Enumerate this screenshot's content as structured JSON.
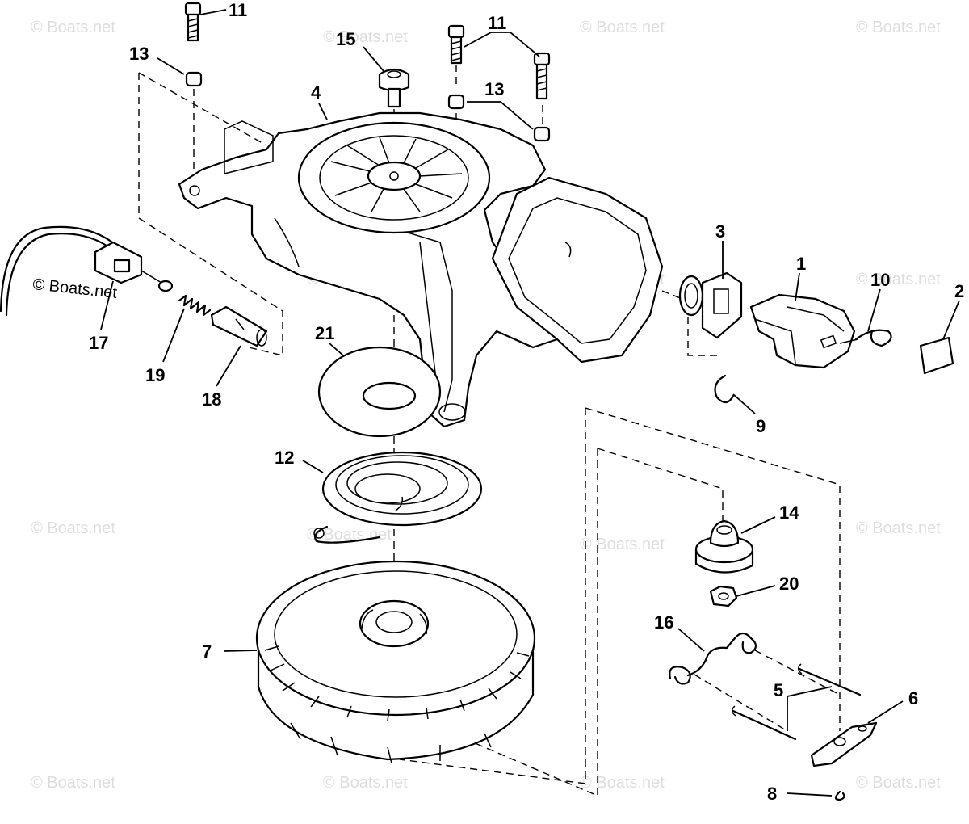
{
  "watermark": {
    "text": "© Boats.net",
    "visible_text": "© Boats.net"
  },
  "callouts": [
    {
      "id": "c11a",
      "text": "11"
    },
    {
      "id": "c13a",
      "text": "13"
    },
    {
      "id": "c15",
      "text": "15"
    },
    {
      "id": "c11b",
      "text": "11"
    },
    {
      "id": "c13b",
      "text": "13"
    },
    {
      "id": "c4",
      "text": "4"
    },
    {
      "id": "c3",
      "text": "3"
    },
    {
      "id": "c1",
      "text": "1"
    },
    {
      "id": "c10",
      "text": "10"
    },
    {
      "id": "c2",
      "text": "2"
    },
    {
      "id": "c17",
      "text": "17"
    },
    {
      "id": "c19",
      "text": "19"
    },
    {
      "id": "c18",
      "text": "18"
    },
    {
      "id": "c21",
      "text": "21"
    },
    {
      "id": "c9",
      "text": "9"
    },
    {
      "id": "c12",
      "text": "12"
    },
    {
      "id": "c14",
      "text": "14"
    },
    {
      "id": "c20",
      "text": "20"
    },
    {
      "id": "c7",
      "text": "7"
    },
    {
      "id": "c16",
      "text": "16"
    },
    {
      "id": "c5",
      "text": "5"
    },
    {
      "id": "c6",
      "text": "6"
    },
    {
      "id": "c8",
      "text": "8"
    }
  ]
}
